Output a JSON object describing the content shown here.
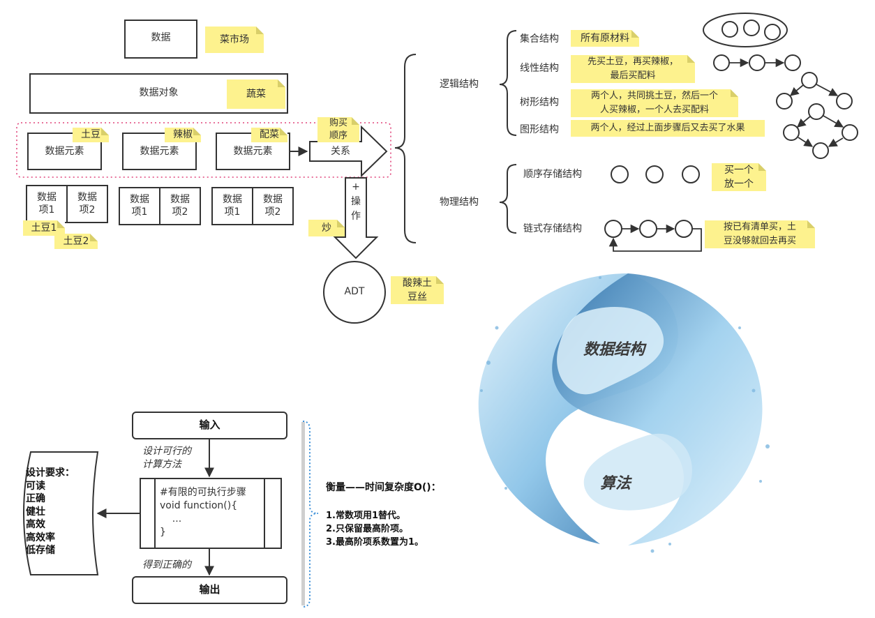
{
  "hierarchy": {
    "data": "数据",
    "data_note": "菜市场",
    "data_object": "数据对象",
    "data_object_note": "蔬菜",
    "elements": [
      {
        "label": "数据元素",
        "note": "土豆"
      },
      {
        "label": "数据元素",
        "note": "辣椒"
      },
      {
        "label": "数据元素",
        "note": "配菜"
      }
    ],
    "items": [
      {
        "a": "数据\n项1",
        "b": "数据\n项2"
      },
      {
        "a": "数据\n项1",
        "b": "数据\n项2"
      },
      {
        "a": "数据\n项1",
        "b": "数据\n项2"
      }
    ],
    "item_notes": [
      "土豆1",
      "土豆2"
    ],
    "relation_arrow": "关系",
    "relation_note": "购买\n顺序",
    "operation_arrow": "+\n操\n作",
    "operation_note": "炒",
    "adt": "ADT",
    "adt_note": "酸辣土\n豆丝"
  },
  "structures": {
    "logical": {
      "title": "逻辑结构",
      "items": [
        {
          "name": "集合结构",
          "note": "所有原材料"
        },
        {
          "name": "线性结构",
          "note": "先买土豆，再买辣椒，\n最后买配料"
        },
        {
          "name": "树形结构",
          "note": "两个人，共同挑土豆，然后一个\n人买辣椒，一个人去买配料"
        },
        {
          "name": "图形结构",
          "note": "两个人，经过上面步骤后又去买了水果"
        }
      ]
    },
    "physical": {
      "title": "物理结构",
      "items": [
        {
          "name": "顺序存储结构",
          "note": "买一个\n放一个"
        },
        {
          "name": "链式存储结构",
          "note": "按已有清单买，土\n豆没够就回去再买"
        }
      ]
    }
  },
  "yin_yang": {
    "top": "数据结构",
    "bottom": "算法"
  },
  "algorithm": {
    "input": "输入",
    "design_label": "设计可行的\n计算方法",
    "code": "#有限的可执行步骤\nvoid function(){\n    ...\n}",
    "result_label": "得到正确的",
    "output": "输出",
    "requirements": "设计要求：\n可读\n正确\n健壮\n高效\n高效率\n低存储",
    "measure_title": "衡量——时间复杂度O()：",
    "rules": "1.常数项用1替代。\n2.只保留最高阶项。\n3.最高阶项系数置为1。"
  },
  "colors": {
    "sticky": "#fdf28e",
    "dashed_box": "#e0437a",
    "dotted_bracket": "#3a8fd8",
    "water": "#7fb8e0"
  }
}
